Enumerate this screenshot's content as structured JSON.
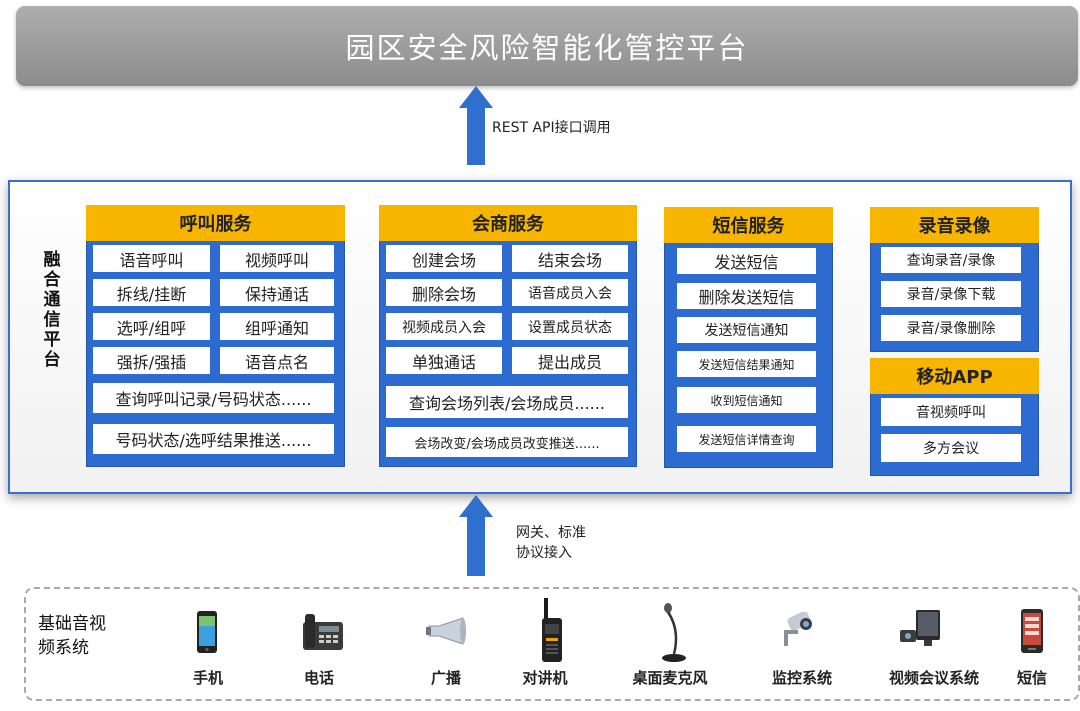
{
  "title": "园区安全风险智能化管控平台",
  "top_arrow_label": "REST API接口调用",
  "platform_label": "融合通信平台",
  "panels": {
    "call": {
      "title": "呼叫服务",
      "items": [
        "语音呼叫",
        "视频呼叫",
        "拆线/挂断",
        "保持通话",
        "选呼/组呼",
        "组呼通知",
        "强拆/强插",
        "语音点名"
      ],
      "wide": [
        "查询呼叫记录/号码状态......",
        "号码状态/选呼结果推送......"
      ]
    },
    "meeting": {
      "title": "会商服务",
      "items": [
        "创建会场",
        "结束会场",
        "删除会场",
        "语音成员入会",
        "视频成员入会",
        "设置成员状态",
        "单独通话",
        "提出成员"
      ],
      "wide": [
        "查询会场列表/会场成员......",
        "会场改变/会场成员改变推送......"
      ]
    },
    "sms": {
      "title": "短信服务",
      "items": [
        "发送短信",
        "删除发送短信",
        "发送短信通知",
        "发送短信结果通知",
        "收到短信通知",
        "发送短信详情查询"
      ]
    },
    "record": {
      "title": "录音录像",
      "items": [
        "查询录音/录像",
        "录音/录像下载",
        "录音/录像删除"
      ]
    },
    "mobile": {
      "title": "移动APP",
      "items": [
        "音视频呼叫",
        "多方会议"
      ]
    }
  },
  "bottom_arrow_label": [
    "网关、标准",
    "协议接入"
  ],
  "base_title": [
    "基础音视",
    "频系统"
  ],
  "devices": [
    {
      "label": "手机",
      "icon": "smartphone-icon"
    },
    {
      "label": "电话",
      "icon": "desk-phone-icon"
    },
    {
      "label": "广播",
      "icon": "loudspeaker-icon"
    },
    {
      "label": "对讲机",
      "icon": "walkie-talkie-icon"
    },
    {
      "label": "桌面麦克风",
      "icon": "desk-microphone-icon"
    },
    {
      "label": "监控系统",
      "icon": "cctv-camera-icon"
    },
    {
      "label": "视频会议系统",
      "icon": "video-conference-icon"
    },
    {
      "label": "短信",
      "icon": "sms-phone-icon"
    }
  ],
  "colors": {
    "accent_blue": "#2e6bd1",
    "header_yellow": "#f7b500",
    "banner_gray": "#9a9a9a"
  }
}
